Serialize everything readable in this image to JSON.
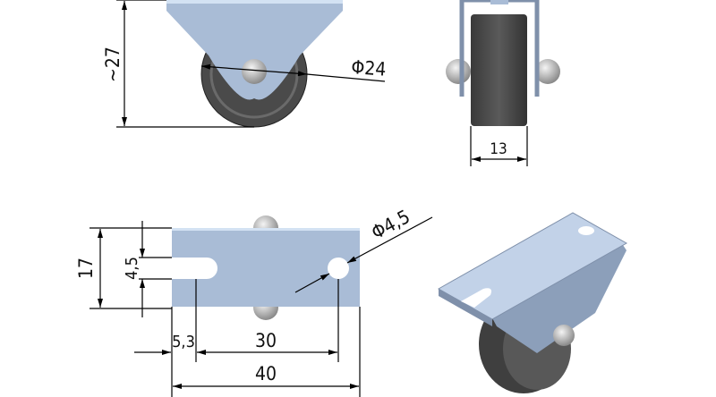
{
  "title": "Fixed castor technical drawing",
  "colors": {
    "plate": "#a9bcd6",
    "plate_light": "#d3e2f3",
    "wheel": "#4a4a4a",
    "ball": "#c8c8c8",
    "line": "#000000"
  },
  "views": {
    "front": {
      "height_dim": "~27",
      "wheel_diameter": "Φ24"
    },
    "side": {
      "wheel_width": "13"
    },
    "top": {
      "plate_width": "17",
      "slot_width": "4,5",
      "slot_offset": "5,3",
      "hole_spacing": "30",
      "plate_length": "40",
      "hole_diameter": "Φ4,5"
    }
  }
}
